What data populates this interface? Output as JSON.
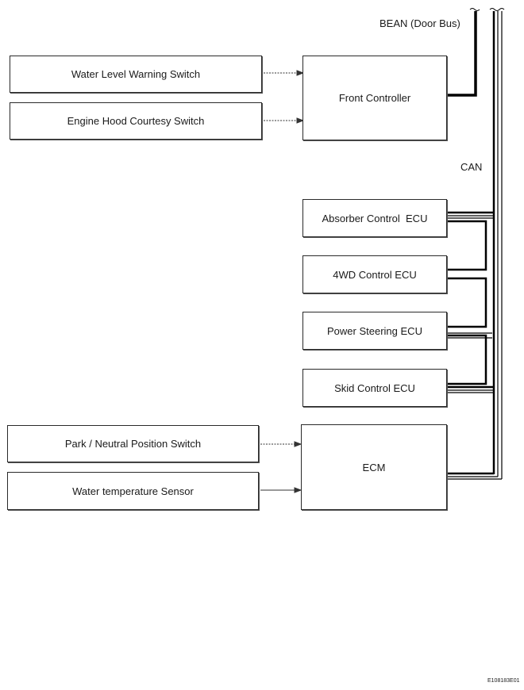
{
  "diagram": {
    "labels": {
      "bean": "BEAN (Door Bus)",
      "can": "CAN"
    },
    "inputs": {
      "water_level": "Water Level Warning Switch",
      "hood_courtesy": "Engine Hood Courtesy Switch",
      "park_neutral": "Park / Neutral Position Switch",
      "water_temp": "Water temperature Sensor"
    },
    "controllers": {
      "front": "Front Controller",
      "absorber": "Absorber Control  ECU",
      "fourwd": "4WD Control ECU",
      "power_steering": "Power Steering ECU",
      "skid": "Skid Control ECU",
      "ecm": "ECM"
    },
    "figure_code": "E108183E01"
  }
}
